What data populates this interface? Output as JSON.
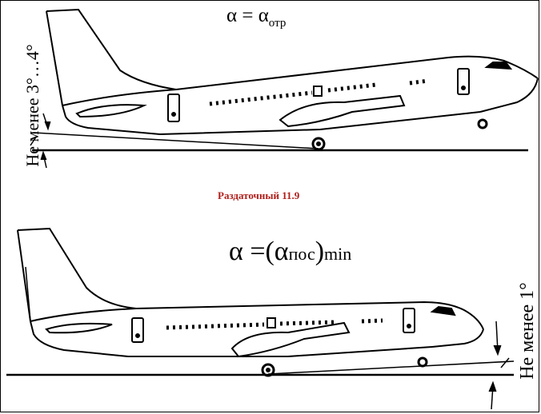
{
  "handout_title": "Раздаточный 11.9",
  "takeoff": {
    "formula_main": "α = α",
    "formula_sub": "отр",
    "angle_label": "Не менее  3°…4°"
  },
  "landing": {
    "formula_main": "α =(α",
    "formula_sub": "пос",
    "formula_tail": ")",
    "formula_min": "min",
    "angle_label": "Не менее 1°"
  },
  "colors": {
    "title": "#b0201c",
    "ink": "#000000"
  }
}
